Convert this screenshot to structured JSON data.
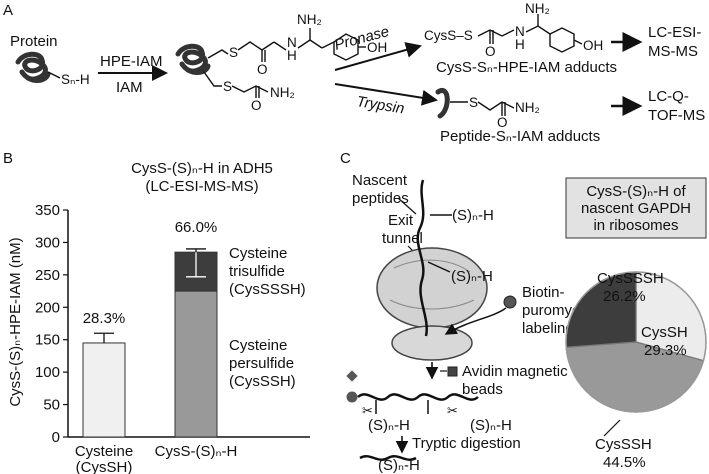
{
  "panel_a": {
    "label": "A",
    "protein": "Protein",
    "sn_h": "Sₙ-H",
    "reagent_1": "HPE-IAM",
    "reagent_2": "IAM",
    "nh2_top": "NH₂",
    "n_atom": "N",
    "h_atom": "H",
    "o_atom": "O",
    "oh": "OH",
    "s_atom": "S",
    "nh2_amide": "NH₂",
    "pronase": "Pronase",
    "trypsin": "Trypsin",
    "cys_prefix": "CysS–S",
    "adduct_1": "CysS-Sₙ-HPE-IAM adducts",
    "adduct_2": "Peptide-Sₙ-IAM adducts",
    "method_1_line1": "LC-ESI-",
    "method_1_line2": "MS-MS",
    "method_2_line1": "LC-Q-",
    "method_2_line2": "TOF-MS"
  },
  "panel_b": {
    "label": "B",
    "title_line1": "CysS-(S)ₙ-H in ADH5",
    "title_line2": "(LC-ESI-MS-MS)",
    "annotations": {
      "pct_cysteine": "28.3%",
      "pct_polysulfide": "66.0%",
      "trisulfide_1": "Cysteine",
      "trisulfide_2": "trisulfide",
      "trisulfide_3": "(CysSSSH)",
      "persulfide_1": "Cysteine",
      "persulfide_2": "persulfide",
      "persulfide_3": "(CysSSH)"
    },
    "tick_labels": [
      "0",
      "50",
      "100",
      "150",
      "200",
      "250",
      "300",
      "350"
    ]
  },
  "chart_data": [
    {
      "type": "bar",
      "title": "CysS-(S)ₙ-H in ADH5 (LC-ESI-MS-MS)",
      "ylabel": "CysS-(S)ₙ-HPE-IAM (nM)",
      "ylim": [
        0,
        350
      ],
      "yticks": [
        0,
        50,
        100,
        150,
        200,
        250,
        300,
        350
      ],
      "categories": [
        "Cysteine (CysSH)",
        "CysS-(S)ₙ-H"
      ],
      "category_lines": [
        [
          "Cysteine",
          "(CysSH)"
        ],
        [
          "CysS-(S)ₙ-H"
        ]
      ],
      "stacked": true,
      "series": [
        {
          "name": "Cysteine persulfide (CysSSH)",
          "values": [
            145,
            225
          ],
          "errors": [
            15,
            null
          ],
          "color": "#f0f0f0"
        },
        {
          "name": "Cysteine trisulfide (CysSSSH)",
          "values": [
            0,
            60
          ],
          "errors": [
            null,
            38
          ],
          "color": "#3d3d3d"
        }
      ],
      "bar_colors": [
        "#f0f0f0",
        "#999999"
      ],
      "total_error": [
        null,
        5
      ]
    },
    {
      "type": "pie",
      "title": "CysS-(S)ₙ-H of nascent GAPDH in ribosomes",
      "slices": [
        {
          "label": "CysSH",
          "value": 29.3,
          "text": "29.3%",
          "color": "#ececec"
        },
        {
          "label": "CysSSH",
          "value": 44.5,
          "text": "44.5%",
          "color": "#999999"
        },
        {
          "label": "CysSSSH",
          "value": 26.2,
          "text": "26.2%",
          "color": "#3d3d3d"
        }
      ]
    }
  ],
  "panel_c": {
    "label": "C",
    "nascent_1": "Nascent",
    "nascent_2": "peptides",
    "exit_1": "Exit",
    "exit_2": "tunnel",
    "sn_h_1": "(S)ₙ-H",
    "sn_h_2": "(S)ₙ-H",
    "biotin_1": "Biotin-",
    "biotin_2": "puromycin",
    "biotin_3": "labeling",
    "avidin_1": "Avidin magnetic",
    "avidin_2": "beads",
    "sn_h_3": "(S)ₙ-H",
    "sn_h_4": "(S)ₙ-H",
    "tryptic": "Tryptic digestion",
    "sn_h_5": "(S)ₙ-H",
    "pie_title_1": "CysS-(S)ₙ-H of",
    "pie_title_2": "nascent GAPDH",
    "pie_title_3": "in ribosomes",
    "pie_cysssh": "CysSSSH",
    "pie_cysssh_pct": "26.2%",
    "pie_cyssh": "CysSH",
    "pie_cyssh_pct": "29.3%",
    "pie_cysssh2": "CysSSH",
    "pie_cysssh2_pct": "44.5%"
  }
}
